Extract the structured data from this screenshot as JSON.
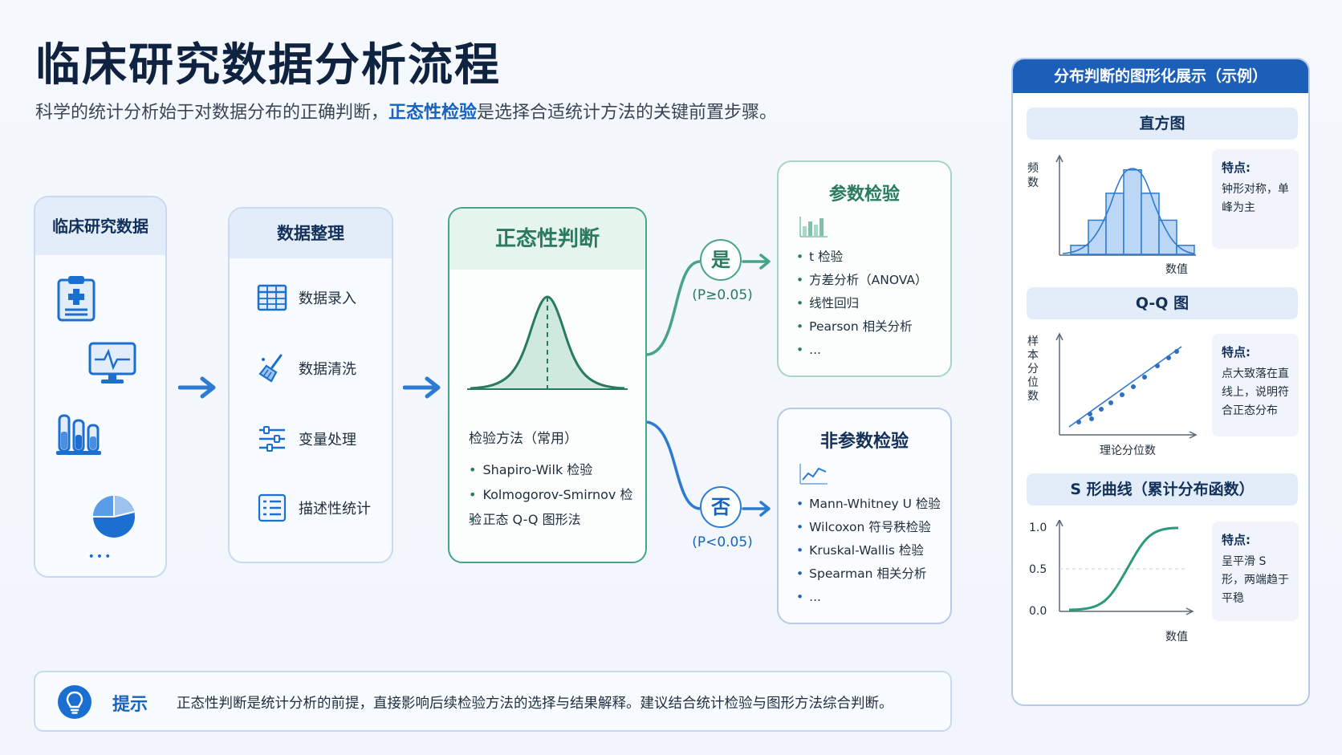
{
  "header": {
    "title": "临床研究数据分析流程",
    "subtitle_pre": "科学的统计分析始于对数据分布的正确判断，",
    "subtitle_highlight": "正态性检验",
    "subtitle_post": "是选择合适统计方法的关键前置步骤。"
  },
  "col1": {
    "title": "临床研究数据",
    "icons": [
      "clipboard-medical-icon",
      "monitor-ecg-icon",
      "test-tubes-icon",
      "pie-chart-icon"
    ],
    "more": "•••"
  },
  "col2": {
    "title": "数据整理",
    "steps": [
      {
        "label": "数据录入",
        "icon": "table-grid-icon"
      },
      {
        "label": "数据清洗",
        "icon": "broom-icon"
      },
      {
        "label": "变量处理",
        "icon": "sliders-icon"
      },
      {
        "label": "描述性统计",
        "icon": "list-icon"
      }
    ]
  },
  "col3": {
    "title": "正态性判断",
    "method_title": "检验方法（常用）",
    "methods": [
      "Shapiro-Wilk 检验",
      "Kolmogorov-Smirnov 检验",
      "正态 Q-Q 图形法"
    ]
  },
  "decisions": {
    "yes": {
      "label": "是",
      "condition": "(P≥0.05)"
    },
    "no": {
      "label": "否",
      "condition": "(P<0.05)"
    }
  },
  "parametric": {
    "title": "参数检验",
    "items": [
      "t 检验",
      "方差分析（ANOVA）",
      "线性回归",
      "Pearson 相关分析",
      "..."
    ]
  },
  "nonparametric": {
    "title": "非参数检验",
    "items": [
      "Mann-Whitney U 检验",
      "Wilcoxon 符号秩检验",
      "Kruskal-Wallis 检验",
      "Spearman 相关分析",
      "..."
    ]
  },
  "tip": {
    "label": "提示",
    "text": "正态性判断是统计分析的前提，直接影响后续检验方法的选择与结果解释。建议结合统计检验与图形方法综合判断。"
  },
  "right_panel": {
    "title": "分布判断的图形化展示（示例）",
    "histogram": {
      "title": "直方图",
      "ylabel": "频数",
      "xlabel": "数值",
      "feature_title": "特点:",
      "feature_text": "钟形对称，单峰为主",
      "bar_heights": [
        0.1,
        0.38,
        0.68,
        0.94,
        0.68,
        0.38,
        0.1
      ]
    },
    "qq": {
      "title": "Q-Q 图",
      "ylabel": "样本分位数",
      "xlabel": "理论分位数",
      "feature_title": "特点:",
      "feature_text": "点大致落在直线上，说明符合正态分布"
    },
    "scurve": {
      "title": "S 形曲线（累计分布函数）",
      "xlabel": "数值",
      "yticks": [
        "1.0",
        "0.5",
        "0.0"
      ],
      "feature_title": "特点:",
      "feature_text": "呈平滑 S 形，两端趋于平稳"
    }
  },
  "colors": {
    "green": "#45a586",
    "blue": "#1b6fd0",
    "navy": "#0f2240"
  }
}
